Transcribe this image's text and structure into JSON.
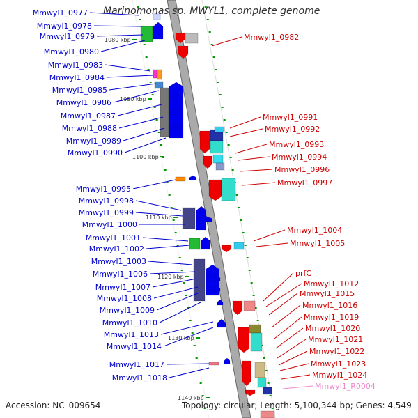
{
  "title": "Marinomonas sp. MWYL1, complete genome",
  "footer": {
    "accession_label": "Accession:",
    "accession": "NC_009654",
    "topology_label": "Topology:",
    "topology": "circular",
    "length_label": "Length:",
    "length": "5,100,344 bp",
    "genes_label": "Genes:",
    "genes": "4,549"
  },
  "colors": {
    "left_labels": "#0000cc",
    "right_labels": "#cc0000",
    "rna_label": "#ee88cc",
    "backbone": "#aaaaaa",
    "backbone_edge": "#666666",
    "tick": "#009900",
    "forward_strand": "#0000ee",
    "reverse_strand": "#ee0000"
  },
  "scale_labels": [
    "1080 kbp",
    "1090 kbp",
    "1100 kbp",
    "1110 kbp",
    "1120 kbp",
    "1130 kbp",
    "1140 kbp"
  ],
  "left_genes": [
    "Mmwyl1_0977",
    "Mmwyl1_0978",
    "Mmwyl1_0979",
    "Mmwyl1_0980",
    "Mmwyl1_0983",
    "Mmwyl1_0984",
    "Mmwyl1_0985",
    "Mmwyl1_0986",
    "Mmwyl1_0987",
    "Mmwyl1_0988",
    "Mmwyl1_0989",
    "Mmwyl1_0990",
    "Mmwyl1_0995",
    "Mmwyl1_0998",
    "Mmwyl1_0999",
    "Mmwyl1_1000",
    "Mmwyl1_1001",
    "Mmwyl1_1002",
    "Mmwyl1_1003",
    "Mmwyl1_1006",
    "Mmwyl1_1007",
    "Mmwyl1_1008",
    "Mmwyl1_1009",
    "Mmwyl1_1010",
    "Mmwyl1_1013",
    "Mmwyl1_1014",
    "Mmwyl1_1017",
    "Mmwyl1_1018"
  ],
  "right_genes": [
    "Mmwyl1_0982",
    "Mmwyl1_0991",
    "Mmwyl1_0992",
    "Mmwyl1_0993",
    "Mmwyl1_0994",
    "Mmwyl1_0996",
    "Mmwyl1_0997",
    "Mmwyl1_1004",
    "Mmwyl1_1005",
    "prfC",
    "Mmwyl1_1012",
    "Mmwyl1_1015",
    "Mmwyl1_1016",
    "Mmwyl1_1019",
    "Mmwyl1_1020",
    "Mmwyl1_1021",
    "Mmwyl1_1022",
    "Mmwyl1_1023",
    "Mmwyl1_1024",
    "Mmwyl1_R0004"
  ]
}
